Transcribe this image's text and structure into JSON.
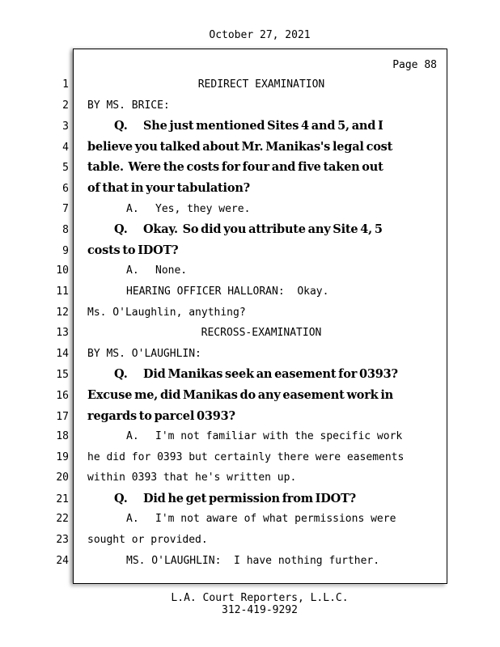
{
  "header": {
    "date": "October 27, 2021"
  },
  "page": {
    "label": "Page 88"
  },
  "lines": [
    {
      "num": "1",
      "text": "REDIRECT EXAMINATION",
      "bold": false,
      "align": "center",
      "indent": false
    },
    {
      "num": "2",
      "text": "BY MS. BRICE:",
      "bold": false,
      "align": "left",
      "indent": false
    },
    {
      "num": "3",
      "text": "Q.  She just mentioned Sites 4 and 5, and I",
      "bold": true,
      "align": "left",
      "indent": true
    },
    {
      "num": "4",
      "text": "believe you talked about Mr. Manikas's legal cost",
      "bold": true,
      "align": "left",
      "indent": false
    },
    {
      "num": "5",
      "text": "table.  Were the costs for four and five taken out",
      "bold": true,
      "align": "left",
      "indent": false
    },
    {
      "num": "6",
      "text": "of that in your tabulation?",
      "bold": true,
      "align": "left",
      "indent": false
    },
    {
      "num": "7",
      "text": "A.  Yes, they were.",
      "bold": false,
      "align": "left",
      "indent": true
    },
    {
      "num": "8",
      "text": "Q.  Okay.  So did you attribute any Site 4, 5",
      "bold": true,
      "align": "left",
      "indent": true
    },
    {
      "num": "9",
      "text": "costs to IDOT?",
      "bold": true,
      "align": "left",
      "indent": false
    },
    {
      "num": "10",
      "text": "A.  None.",
      "bold": false,
      "align": "left",
      "indent": true
    },
    {
      "num": "11",
      "text": "HEARING OFFICER HALLORAN:  Okay.",
      "bold": false,
      "align": "left",
      "indent": true
    },
    {
      "num": "12",
      "text": "Ms. O'Laughlin, anything?",
      "bold": false,
      "align": "left",
      "indent": false
    },
    {
      "num": "13",
      "text": "RECROSS-EXAMINATION",
      "bold": false,
      "align": "center",
      "indent": false
    },
    {
      "num": "14",
      "text": "BY MS. O'LAUGHLIN:",
      "bold": false,
      "align": "left",
      "indent": false
    },
    {
      "num": "15",
      "text": "Q.  Did Manikas seek an easement for 0393?",
      "bold": true,
      "align": "left",
      "indent": true
    },
    {
      "num": "16",
      "text": "Excuse me, did Manikas do any easement work in",
      "bold": true,
      "align": "left",
      "indent": false
    },
    {
      "num": "17",
      "text": "regards to parcel 0393?",
      "bold": true,
      "align": "left",
      "indent": false
    },
    {
      "num": "18",
      "text": "A.  I'm not familiar with the specific work",
      "bold": false,
      "align": "left",
      "indent": true
    },
    {
      "num": "19",
      "text": "he did for 0393 but certainly there were easements",
      "bold": false,
      "align": "left",
      "indent": false
    },
    {
      "num": "20",
      "text": "within 0393 that he's written up.",
      "bold": false,
      "align": "left",
      "indent": false
    },
    {
      "num": "21",
      "text": "Q.  Did he get permission from IDOT?",
      "bold": true,
      "align": "left",
      "indent": true
    },
    {
      "num": "22",
      "text": "A.  I'm not aware of what permissions were",
      "bold": false,
      "align": "left",
      "indent": true
    },
    {
      "num": "23",
      "text": "sought or provided.",
      "bold": false,
      "align": "left",
      "indent": false
    },
    {
      "num": "24",
      "text": "MS. O'LAUGHLIN:  I have nothing further.",
      "bold": false,
      "align": "left",
      "indent": true
    }
  ],
  "footer": {
    "company": "L.A. Court Reporters, L.L.C.",
    "phone": "312-419-9292"
  }
}
